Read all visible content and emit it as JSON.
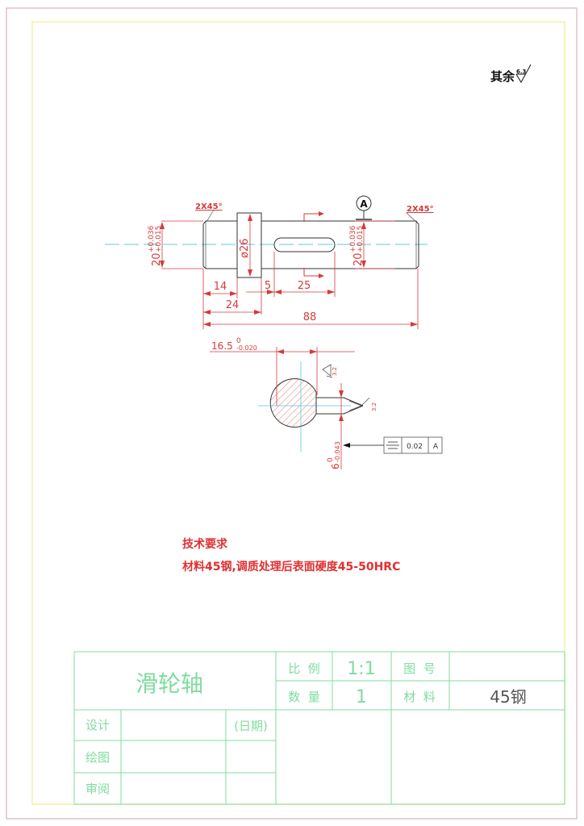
{
  "drawing": {
    "surface_roughness_note": {
      "label": "其余",
      "value": "6.3"
    },
    "chamfers": [
      "2X45°",
      "2X45°"
    ],
    "datum": "A",
    "dimensions": {
      "left_journal_dia": "20",
      "left_tol_upper": "+0.036",
      "left_tol_lower": "+0.015",
      "collar_dia": "ø26",
      "right_journal_dia": "20",
      "right_tol_upper": "+0.036",
      "right_tol_lower": "+0.015",
      "len_14": "14",
      "len_24": "24",
      "len_5": "5",
      "keyway_len": "25",
      "total_len": "88",
      "section_depth": "16.5",
      "section_depth_upper": "0",
      "section_depth_lower": "-0.020",
      "key_width": "6",
      "key_width_upper": "0",
      "key_width_lower": "-0.043",
      "roughness_top": "3.2",
      "roughness_side": "3.2"
    },
    "feature_control_frame": {
      "symbol": "symmetry",
      "symbol_glyph": "⌯",
      "tolerance": "0.02",
      "datum": "A"
    }
  },
  "technical_requirements": {
    "title": "技术要求",
    "line1": "材料45钢,调质处理后表面硬度45-50HRC"
  },
  "title_block": {
    "part_name": "滑轮轴",
    "scale_label": "比  例",
    "scale_value": "1:1",
    "drawing_no_label": "图  号",
    "drawing_no_value": "",
    "quantity_label": "数  量",
    "quantity_value": "1",
    "material_label": "材  料",
    "material_value": "45钢",
    "design_label": "设计",
    "date_label": "(日期)",
    "drawing_label": "绘图",
    "review_label": "审阅"
  },
  "colors": {
    "outer_border": "#d9a0a8",
    "inner_border": "#f5f0a0",
    "dimension": "#d63a3a",
    "centerline": "#5fc8d8",
    "outline": "#333333",
    "title_block": "#7fdca0"
  }
}
